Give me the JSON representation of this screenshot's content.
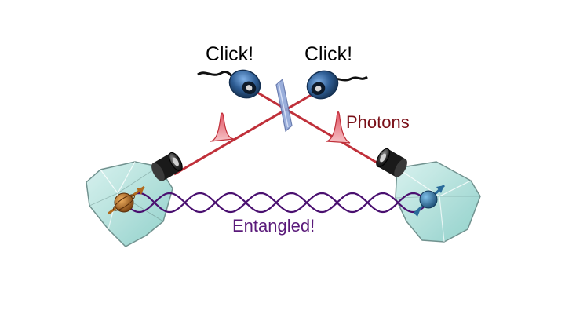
{
  "labels": {
    "click_left": "Click!",
    "click_right": "Click!",
    "photons": "Photons",
    "entangled": "Entangled!"
  },
  "colors": {
    "photon_beam": "#c0303a",
    "photons_text": "#7a1018",
    "entangled_text": "#5a1a7a",
    "entanglement_wave": "#4a1070",
    "detector_blue": "#2e5d94",
    "crystal": "#a9ddd8",
    "atom_left": "#b06a1e",
    "atom_right": "#2a6b9a",
    "beamsplitter": "#8fa6d8"
  },
  "icons": [
    "detector-icon",
    "beamsplitter-icon",
    "fiber-coupler-icon",
    "crystal-icon",
    "atom-icon",
    "photon-pulse-icon"
  ]
}
